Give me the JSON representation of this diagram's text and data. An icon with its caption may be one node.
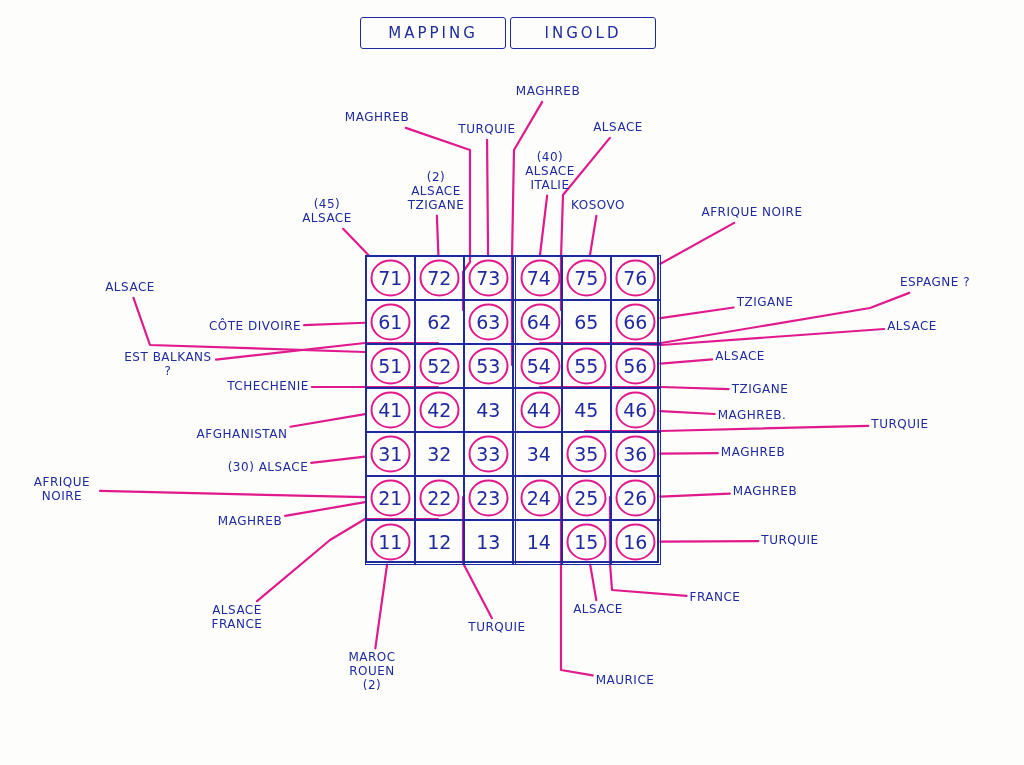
{
  "diagram": {
    "nodes": [
      {
        "text": [],
        "shape": "box"
      },
      {
        "text": [
          "71"
        ],
        "in": 0
      },
      {
        "text": [
          "72"
        ],
        "in": 0
      },
      {
        "text": [
          "73"
        ],
        "in": 0
      },
      {
        "text": [
          "74"
        ],
        "in": 0
      },
      {
        "text": [
          "75"
        ],
        "in": 0
      },
      {
        "text": [
          "76"
        ],
        "in": 0
      },
      {
        "text": [
          "61"
        ],
        "in": 0
      },
      {
        "text": [
          "62"
        ],
        "in": 0
      },
      {
        "text": [
          "63"
        ],
        "in": 0
      },
      {
        "text": [
          "64"
        ],
        "in": 0
      },
      {
        "text": [
          "65"
        ],
        "in": 0
      },
      {
        "text": [
          "66"
        ],
        "in": 0
      },
      {
        "text": [
          "51"
        ],
        "in": 0
      },
      {
        "text": [
          "52"
        ],
        "in": 0
      },
      {
        "text": [
          "53"
        ],
        "in": 0
      },
      {
        "text": [
          "54"
        ],
        "in": 0
      },
      {
        "text": [
          "55"
        ],
        "in": 0
      },
      {
        "text": [
          "56"
        ],
        "in": 0
      },
      {
        "text": [
          "41"
        ],
        "in": 0
      },
      {
        "text": [
          "42"
        ],
        "in": 0
      },
      {
        "text": [
          "43"
        ],
        "in": 0
      },
      {
        "text": [
          "44"
        ],
        "in": 0
      },
      {
        "text": [
          "45"
        ],
        "in": 0
      },
      {
        "text": [
          "46"
        ],
        "in": 0
      },
      {
        "text": [
          "31"
        ],
        "in": 0
      },
      {
        "text": [
          "32"
        ],
        "in": 0
      },
      {
        "text": [
          "33"
        ],
        "in": 0
      },
      {
        "text": [
          "34"
        ],
        "in": 0
      },
      {
        "text": [
          "35"
        ],
        "in": 0
      },
      {
        "text": [
          "36"
        ],
        "in": 0
      },
      {
        "text": [
          "21"
        ],
        "in": 0
      },
      {
        "text": [
          "22"
        ],
        "in": 0
      },
      {
        "text": [
          "23"
        ],
        "in": 0
      },
      {
        "text": [
          "24"
        ],
        "in": 0
      },
      {
        "text": [
          "25"
        ],
        "in": 0
      },
      {
        "text": [
          "26"
        ],
        "in": 0
      },
      {
        "text": [
          "11"
        ],
        "in": 0
      },
      {
        "text": [
          "12"
        ],
        "in": 0
      },
      {
        "text": [
          "13"
        ],
        "in": 0
      },
      {
        "text": [
          "14"
        ],
        "in": 0
      },
      {
        "text": [
          "15"
        ],
        "in": 0
      },
      {
        "text": [
          "16"
        ],
        "in": 0
      },
      {
        "text": [
          "(45) ALSACE"
        ]
      },
      {
        "text": [
          "(2) ALSACE TZIGANE"
        ]
      },
      {
        "text": [
          "MAGHREB"
        ]
      },
      {
        "text": [
          "TURQUIE"
        ]
      },
      {
        "text": [
          "MAGHREB"
        ]
      },
      {
        "text": [
          "(40) ALSACE ITALIE"
        ]
      },
      {
        "text": [
          "ALSACE"
        ]
      },
      {
        "text": [
          "KOSOVO"
        ]
      },
      {
        "text": [
          "AFRIQUE NOIRE"
        ]
      },
      {
        "text": [
          "ALSACE"
        ]
      },
      {
        "text": [
          "CÔTE DIVOIRE"
        ]
      },
      {
        "text": [
          "TZIGANE"
        ]
      },
      {
        "text": [
          "ESPAGNE ?"
        ]
      },
      {
        "text": [
          "ALSACE"
        ]
      },
      {
        "text": [
          "EST BALKANS ?"
        ]
      },
      {
        "text": [
          "TCHECHENIE"
        ]
      },
      {
        "text": [
          "ALSACE"
        ]
      },
      {
        "text": [
          "TZIGANE"
        ]
      },
      {
        "text": [
          "AFGHANISTAN"
        ]
      },
      {
        "text": [
          "MAGHREB."
        ]
      },
      {
        "text": [
          "TURQUIE"
        ]
      },
      {
        "text": [
          "(30) ALSACE"
        ]
      },
      {
        "text": [
          "MAGHREB"
        ]
      },
      {
        "text": [
          "AFRIQUE NOIRE"
        ]
      },
      {
        "text": [
          "MAGHREB"
        ]
      },
      {
        "text": [
          "MAGHREB"
        ]
      },
      {
        "text": [
          "TURQUIE"
        ]
      },
      {
        "text": [
          "ALSACE FRANCE"
        ]
      },
      {
        "text": [
          "MAROC ROUEN (2)"
        ]
      },
      {
        "text": [
          "TURQUIE"
        ]
      },
      {
        "text": [
          "ALSACE"
        ]
      },
      {
        "text": [
          "FRANCE"
        ]
      },
      {
        "text": [
          "MAURICE"
        ]
      }
    ],
    "edges": [
      {
        "from": 43,
        "to": 1,
        "arrow": "none"
      },
      {
        "from": 44,
        "to": 2,
        "arrow": "none"
      },
      {
        "from": 45,
        "to": 9,
        "arrow": "none"
      },
      {
        "from": 46,
        "to": 3,
        "arrow": "none"
      },
      {
        "from": 47,
        "to": 15,
        "arrow": "none"
      },
      {
        "from": 48,
        "to": 4,
        "arrow": "none"
      },
      {
        "from": 49,
        "to": 10,
        "arrow": "none"
      },
      {
        "from": 50,
        "to": 5,
        "arrow": "none"
      },
      {
        "from": 51,
        "to": 6,
        "arrow": "none"
      },
      {
        "from": 52,
        "to": 13,
        "arrow": "none"
      },
      {
        "from": 53,
        "to": 7,
        "arrow": "none"
      },
      {
        "from": 54,
        "to": 12,
        "arrow": "none"
      },
      {
        "from": 55,
        "to": 16,
        "arrow": "none"
      },
      {
        "from": 56,
        "to": 17,
        "arrow": "none"
      },
      {
        "from": 57,
        "to": 14,
        "arrow": "none"
      },
      {
        "from": 58,
        "to": 20,
        "arrow": "none"
      },
      {
        "from": 59,
        "to": 18,
        "arrow": "none"
      },
      {
        "from": 60,
        "to": 22,
        "arrow": "none"
      },
      {
        "from": 61,
        "to": 19,
        "arrow": "none"
      },
      {
        "from": 62,
        "to": 24,
        "arrow": "none"
      },
      {
        "from": 63,
        "to": 29,
        "arrow": "none"
      },
      {
        "from": 64,
        "to": 25,
        "arrow": "none"
      },
      {
        "from": 65,
        "to": 30,
        "arrow": "none"
      },
      {
        "from": 66,
        "to": 31,
        "arrow": "none"
      },
      {
        "from": 67,
        "to": 36,
        "arrow": "none"
      },
      {
        "from": 68,
        "to": 31,
        "arrow": "none"
      },
      {
        "from": 69,
        "to": 42,
        "arrow": "none"
      },
      {
        "from": 70,
        "to": 32,
        "arrow": "none"
      },
      {
        "from": 71,
        "to": 37,
        "arrow": "none"
      },
      {
        "from": 72,
        "to": 33,
        "arrow": "none"
      },
      {
        "from": 73,
        "to": 41,
        "arrow": "none"
      },
      {
        "from": 74,
        "to": 35,
        "arrow": "none"
      },
      {
        "from": 75,
        "to": 34,
        "arrow": "none"
      }
    ],
    "labels": [
      "MAPPING",
      "INGOLD"
    ]
  }
}
